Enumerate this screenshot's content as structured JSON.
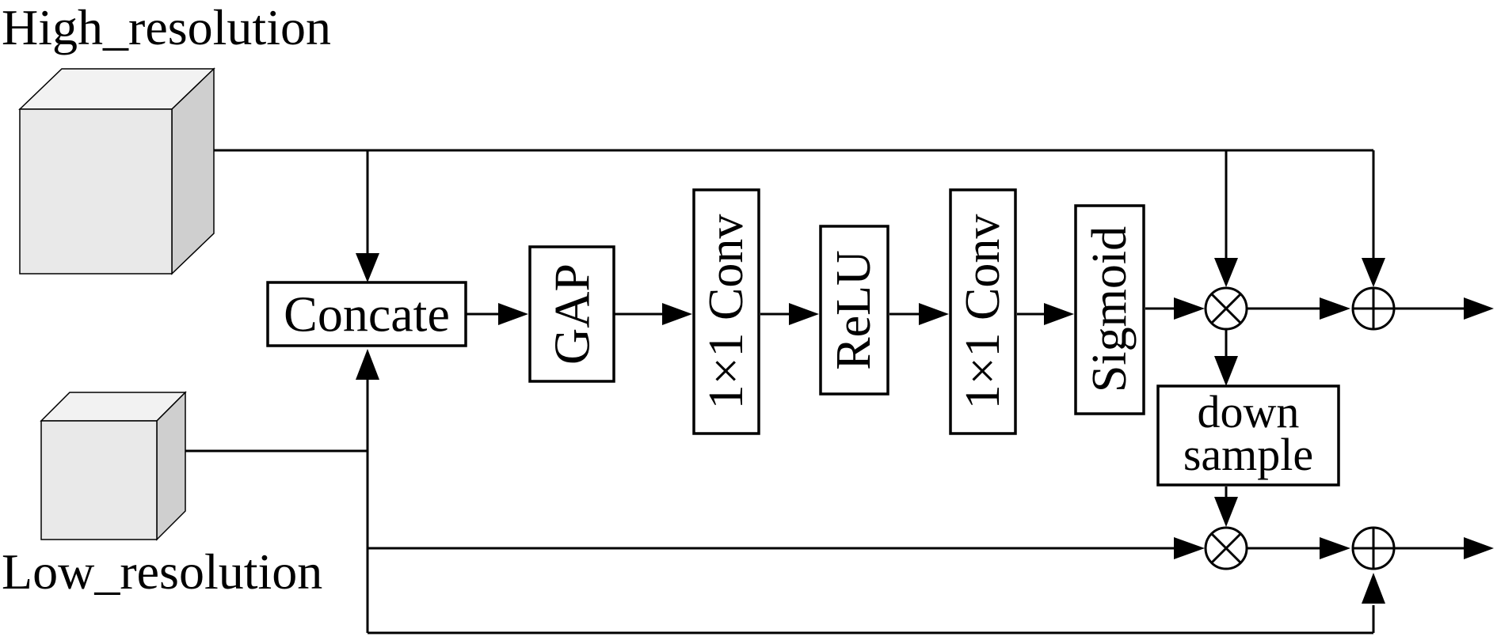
{
  "inputs": {
    "high_label": "High_resolution",
    "low_label": "Low_resolution"
  },
  "blocks": {
    "concate": "Concate",
    "gap": "GAP",
    "conv1": "1×1 Conv",
    "relu": "ReLU",
    "conv2": "1×1 Conv",
    "sigmoid": "Sigmoid",
    "downsample_line1": "down",
    "downsample_line2": "sample"
  },
  "operators": {
    "multiply": "⊗",
    "add": "⊕"
  }
}
